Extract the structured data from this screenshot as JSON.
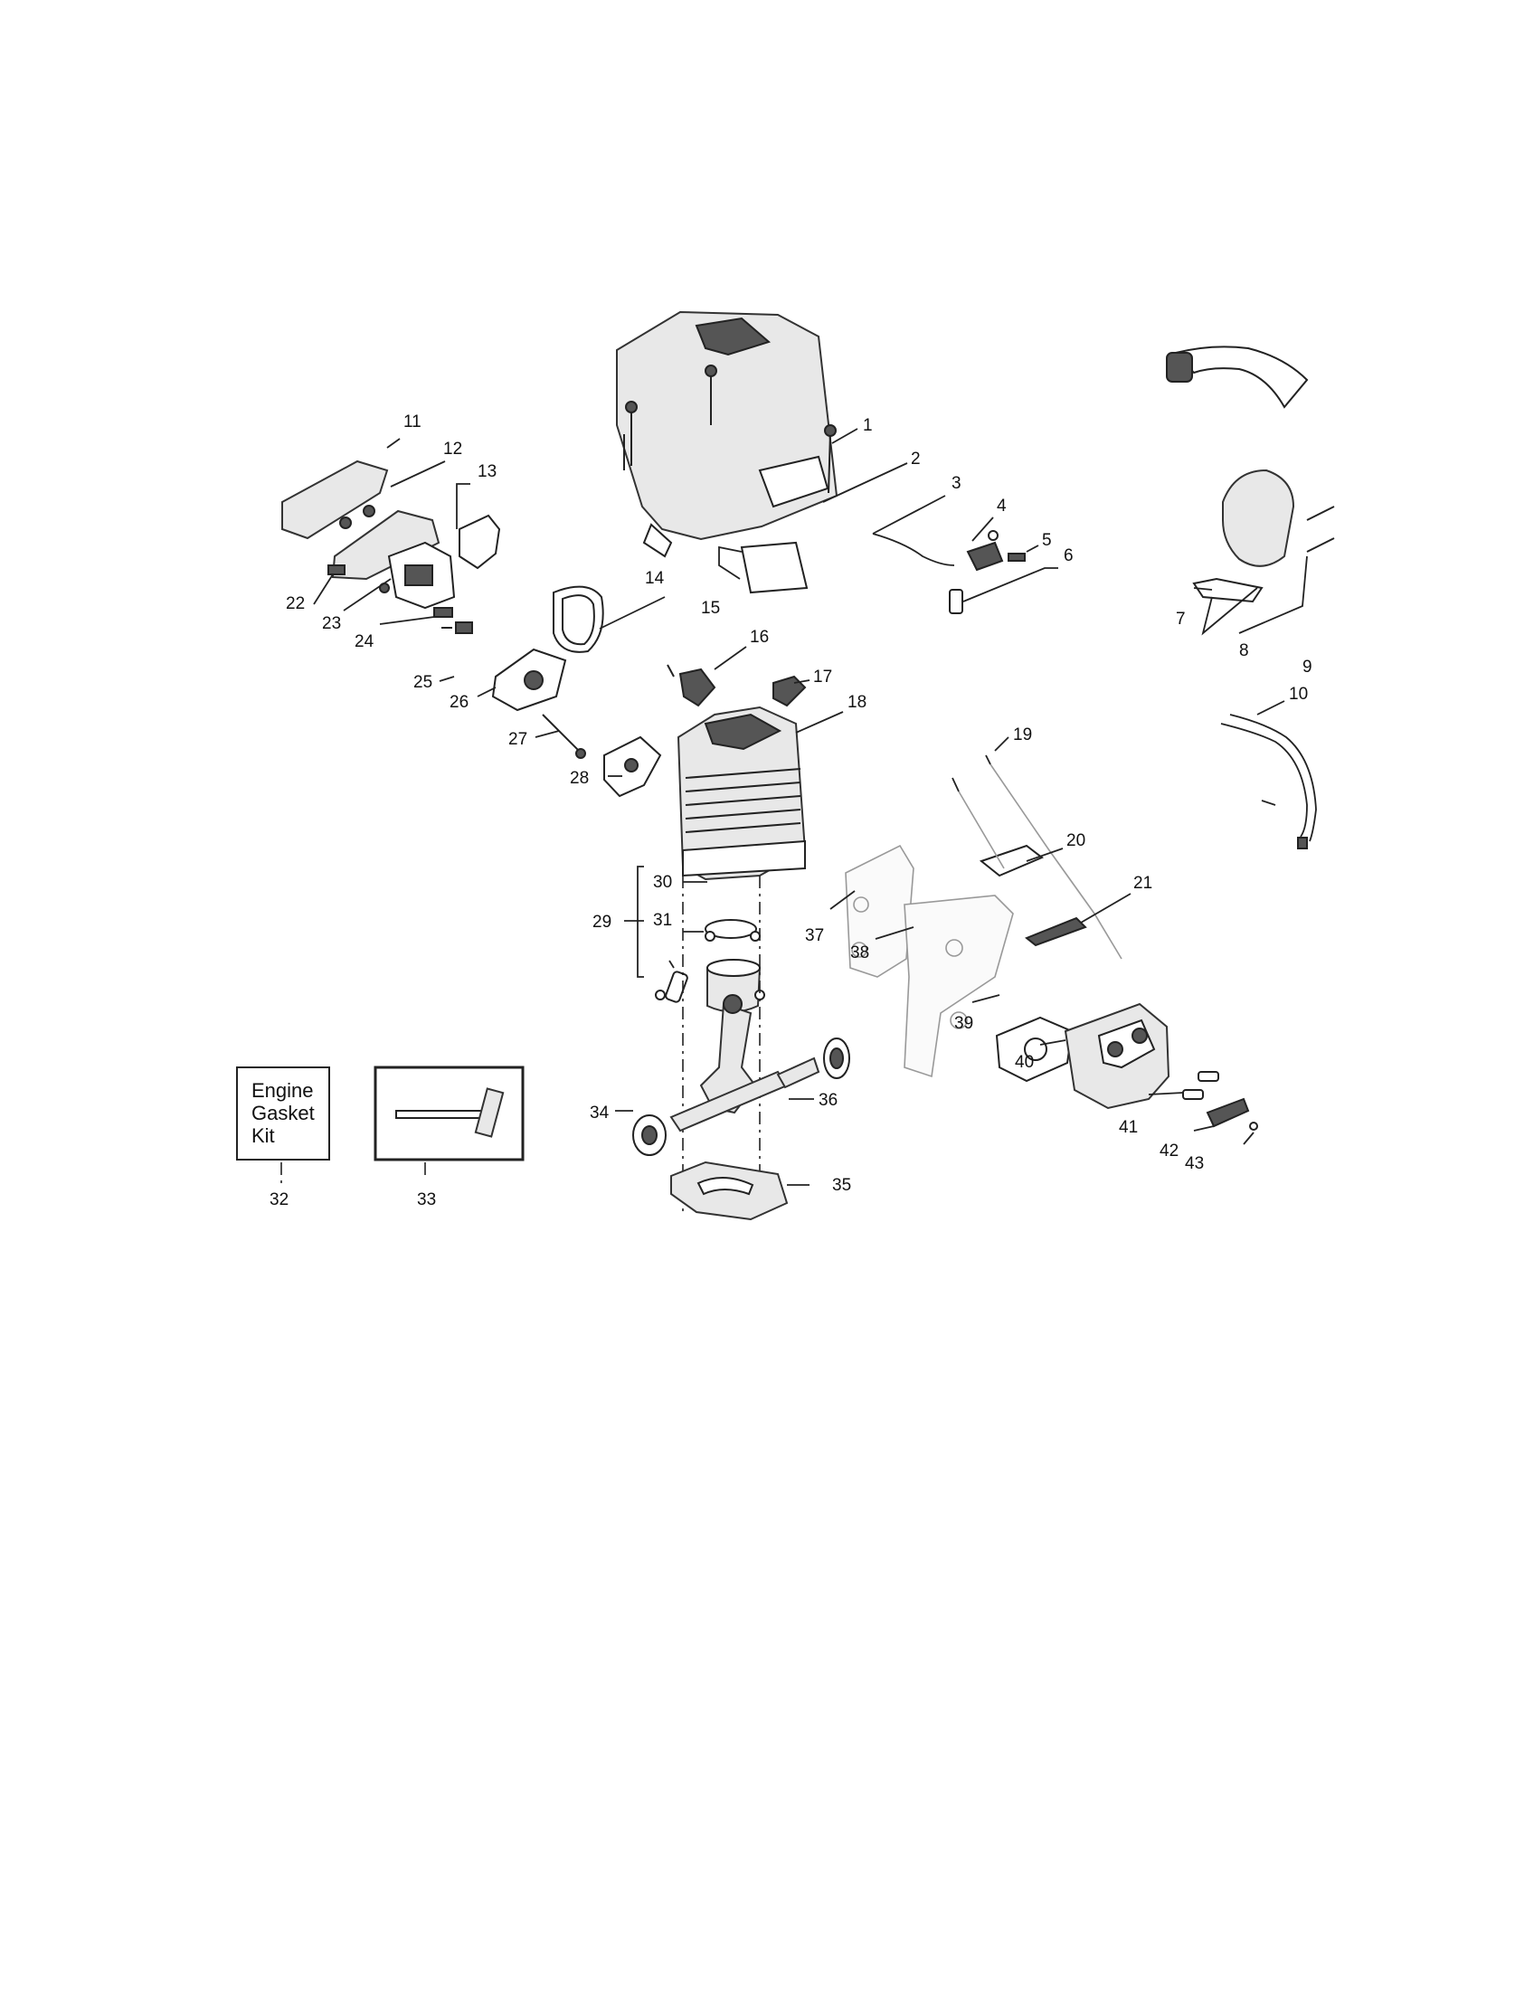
{
  "callouts": [
    "1",
    "2",
    "3",
    "4",
    "5",
    "6",
    "7",
    "8",
    "9",
    "10",
    "11",
    "12",
    "13",
    "14",
    "15",
    "16",
    "17",
    "18",
    "19",
    "20",
    "21",
    "22",
    "23",
    "24",
    "25",
    "26",
    "27",
    "28",
    "29",
    "30",
    "31",
    "32",
    "33",
    "34",
    "35",
    "36",
    "37",
    "38",
    "39",
    "40",
    "41",
    "42",
    "43"
  ],
  "gasket_kit": {
    "line1": "Engine",
    "line2": "Gasket",
    "line3": "Kit"
  }
}
